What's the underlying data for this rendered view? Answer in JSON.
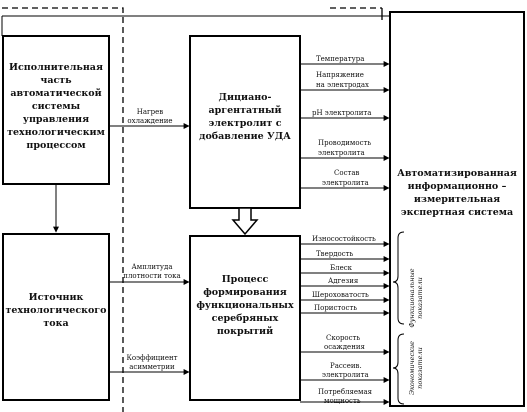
{
  "blocks": {
    "executive": [
      "Исполнительная",
      "часть",
      "автоматической",
      "системы",
      "управления",
      "технологическим",
      "процессом"
    ],
    "electrolyte": [
      "Дициано-",
      "аргентатный",
      "электролит с",
      "добавление УДА"
    ],
    "source": [
      "Источник",
      "технологического",
      "тока"
    ],
    "process": [
      "Процесс",
      "формирования",
      "функциональных",
      "серебряных",
      "покрытий"
    ],
    "expert": [
      "Автоматизированная",
      "информационно –",
      "измерительная",
      "экспертная система"
    ]
  },
  "links": {
    "heating": [
      "Нагрев",
      "охлаждение"
    ],
    "current_density": [
      "Амплитуда",
      "плотности тока"
    ],
    "coefficient": [
      "Коэффициент",
      "асимметрии"
    ]
  },
  "electrolyte_outputs": [
    [
      "Температура"
    ],
    [
      "Напряжение",
      "на электродах"
    ],
    [
      "pH электролита"
    ],
    [
      "Проводимость",
      "электролита"
    ],
    [
      "Состав",
      "электролита"
    ]
  ],
  "process_outputs": [
    [
      "Износостойкость"
    ],
    [
      "Твердость"
    ],
    [
      "Блеск"
    ],
    [
      "Адгезия"
    ],
    [
      "Шероховатость"
    ],
    [
      "Пористость"
    ],
    [
      "Скорость",
      "осаждения"
    ],
    [
      "Рассеив.",
      "электролита"
    ],
    [
      "Потребляемая",
      "мощность"
    ]
  ],
  "bracket_labels": {
    "functional": [
      "Функциональные",
      "показатели"
    ],
    "economic": [
      "Экономические",
      "показатели"
    ]
  }
}
